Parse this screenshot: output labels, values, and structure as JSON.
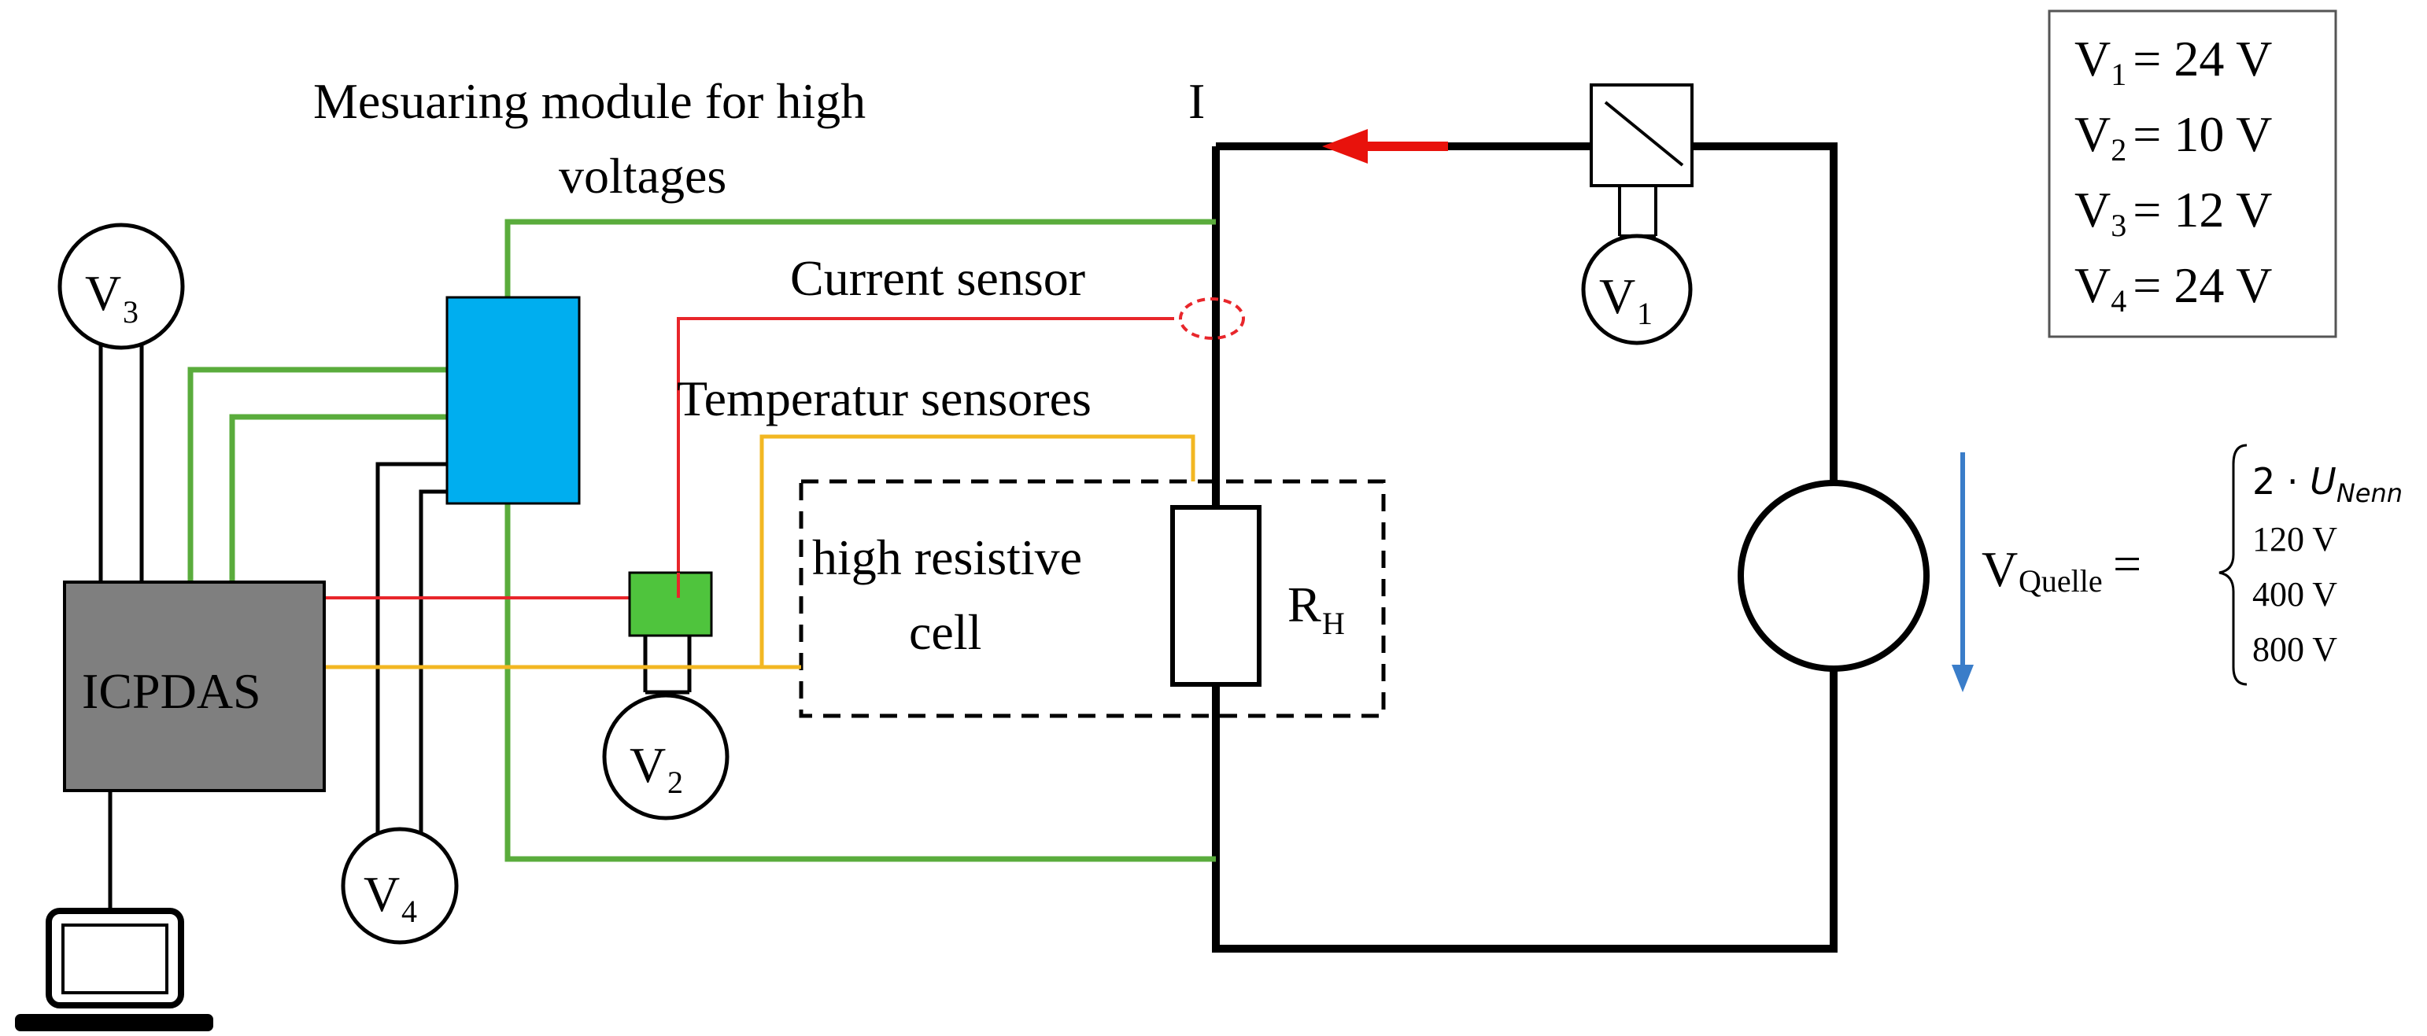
{
  "texts": {
    "module_title_line1": "Mesuaring module for high",
    "module_title_line2": "voltages",
    "current_label": "I",
    "current_sensor": "Current sensor",
    "temperature_sensors": "Temperatur sensores",
    "cell_line1": "high resistive",
    "cell_line2": "cell",
    "icpdas": "ICPDAS",
    "resistor_main": "R",
    "resistor_sub": "H",
    "v_letter": "V"
  },
  "meters": [
    {
      "id": "v1",
      "sub": "1"
    },
    {
      "id": "v2",
      "sub": "2"
    },
    {
      "id": "v3",
      "sub": "3"
    },
    {
      "id": "v4",
      "sub": "4"
    }
  ],
  "legend": [
    {
      "main": "V",
      "sub": "1",
      "value": "= 24 V"
    },
    {
      "main": "V",
      "sub": "2",
      "value": "= 10 V"
    },
    {
      "main": "V",
      "sub": "3",
      "value": "= 12 V"
    },
    {
      "main": "V",
      "sub": "4",
      "value": "= 24 V"
    }
  ],
  "source": {
    "label_main": "V",
    "label_sub": "Quelle",
    "equals": "=",
    "options": [
      {
        "text": "2 · ",
        "var": "U",
        "var_sub": "Nenn"
      },
      {
        "text": "120 V"
      },
      {
        "text": "400 V"
      },
      {
        "text": "800 V"
      }
    ]
  },
  "colors": {
    "wire": "#000000",
    "green": "#5aac3c",
    "red": "#e8262b",
    "yellow": "#f2b722",
    "blue_module": "#00aeef",
    "green_sensor": "#4fc43d",
    "icpdas_fill": "#7f7f7f",
    "arrow_blue": "#3a7dc9",
    "arrow_red": "#e8120c"
  }
}
